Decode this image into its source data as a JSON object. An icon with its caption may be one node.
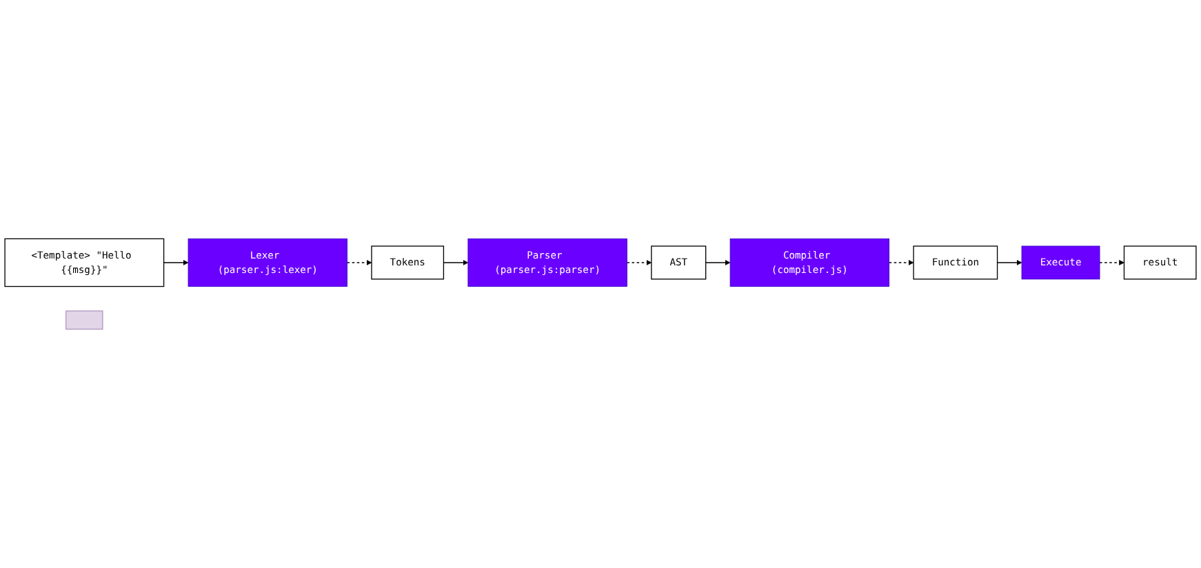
{
  "diagram": {
    "nodes": [
      {
        "text": [
          "<Template> \"Hello {{msg}}\""
        ]
      },
      {
        "text": [],
        "shape": "box"
      },
      {
        "text": [
          "Lexer (parser.js:lexer)"
        ]
      },
      {
        "text": [
          "Parser (parser.js:parser)"
        ]
      },
      {
        "text": [
          "Compiler (compiler.js)"
        ]
      },
      {
        "text": [
          "Execute"
        ]
      },
      {
        "text": [
          "Tokens"
        ]
      },
      {
        "text": [
          "AST"
        ]
      },
      {
        "text": [
          "Function"
        ]
      },
      {
        "text": [
          "result"
        ]
      }
    ],
    "edges": [
      {
        "from": 0,
        "to": 2,
        "arrow": "to"
      },
      {
        "from": 2,
        "to": 6,
        "arrow": "to",
        "style": "dashed"
      },
      {
        "from": 6,
        "to": 3,
        "arrow": "to"
      },
      {
        "from": 3,
        "to": 7,
        "arrow": "to",
        "style": "dashed"
      },
      {
        "from": 7,
        "to": 4,
        "arrow": "to"
      },
      {
        "from": 4,
        "to": 8,
        "arrow": "to",
        "style": "dashed"
      },
      {
        "from": 8,
        "to": 5,
        "arrow": "to"
      },
      {
        "from": 5,
        "to": 9,
        "arrow": "to",
        "style": "dashed"
      }
    ]
  }
}
